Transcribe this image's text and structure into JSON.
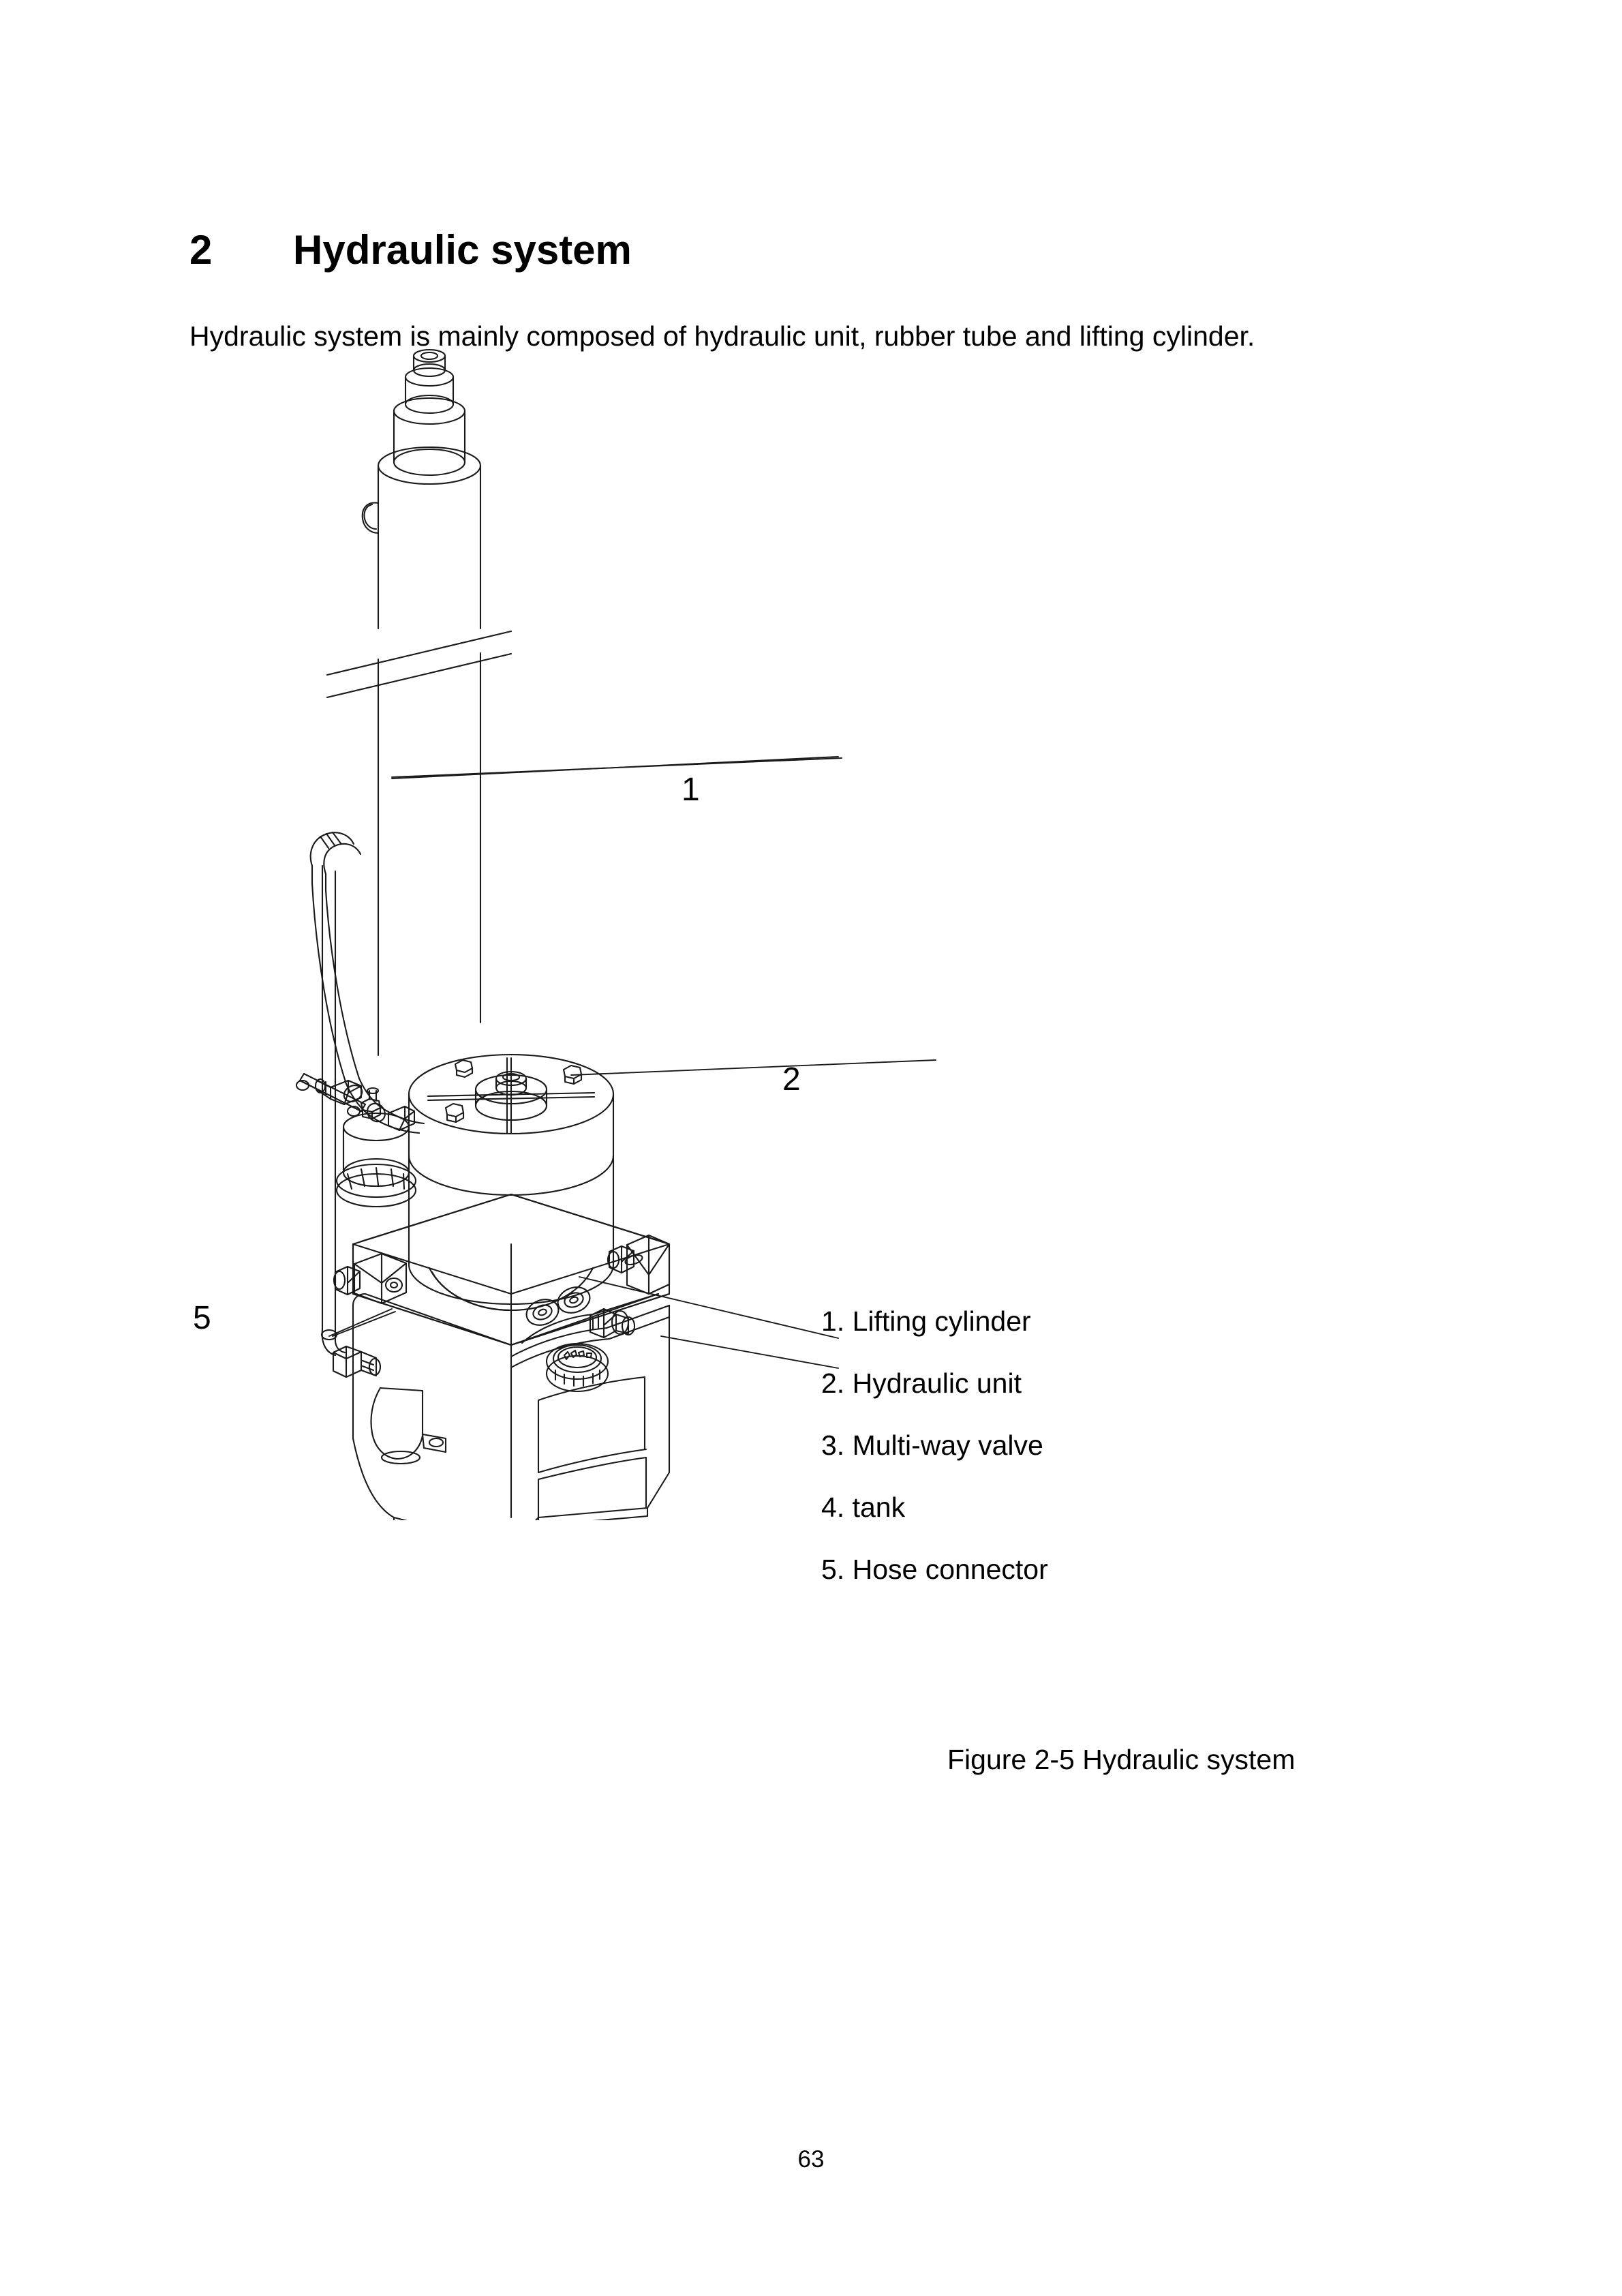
{
  "document": {
    "section_number": "2",
    "section_title": "Hydraulic system",
    "intro_paragraph": "Hydraulic system is mainly composed of hydraulic unit, rubber tube and lifting cylinder.",
    "page_number": "63"
  },
  "figure": {
    "caption": "Figure 2-5 Hydraulic system",
    "callouts": [
      {
        "id": "1",
        "label": "1"
      },
      {
        "id": "2",
        "label": "2"
      },
      {
        "id": "5",
        "label": "5"
      }
    ],
    "legend": [
      {
        "number": "1.",
        "text": "1. Lifting cylinder"
      },
      {
        "number": "2.",
        "text": "2. Hydraulic unit"
      },
      {
        "number": "3.",
        "text": "3. Multi-way valve"
      },
      {
        "number": "4.",
        "text": "4. tank"
      },
      {
        "number": "5.",
        "text": "5. Hose connector"
      }
    ],
    "parts": {
      "lifting_cylinder": "Lifting cylinder",
      "hydraulic_unit": "Hydraulic unit",
      "multi_way_valve": "Multi-way valve",
      "tank": "tank",
      "hose_connector": "Hose connector"
    },
    "colors": {
      "line": "#1a1a1a",
      "fill": "#ffffff",
      "text": "#000000"
    }
  }
}
